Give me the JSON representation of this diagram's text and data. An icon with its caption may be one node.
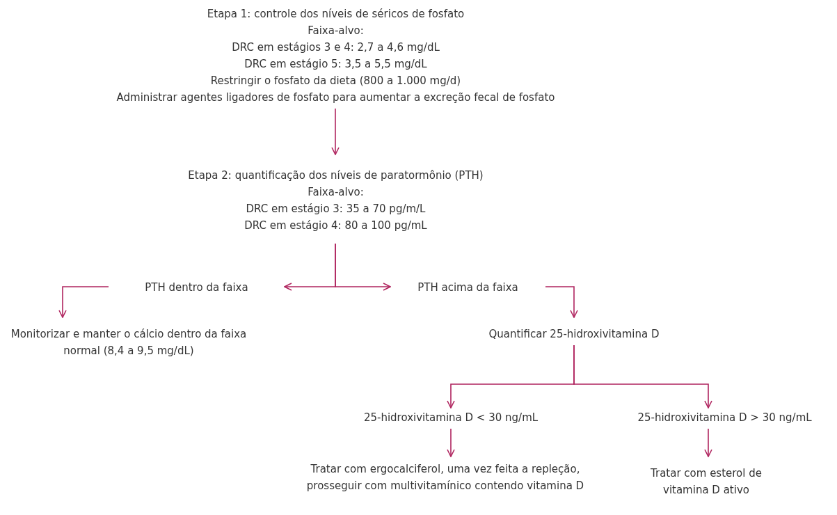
{
  "diagram": {
    "nodes": [
      {
        "text": [
          "Etapa 1: controle dos níveis de séricos de fosfato",
          "Faixa-alvo:",
          "DRC em estágios 3 e 4: 2,7 a 4,6 mg/dL",
          "DRC em estágio 5: 3,5 a 5,5 mg/dL",
          "Restringir o fosfato da dieta (800 a 1.000 mg/d)",
          "Administrar agentes ligadores de fosfato para aumentar a excreção fecal de fosfato"
        ]
      },
      {
        "text": [
          "Etapa 2: quantificação dos níveis de paratormônio (PTH)",
          "Faixa-alvo:",
          "DRC em estágio 3: 35 a 70 pg/m/L",
          "DRC em estágio 4: 80 a 100 pg/mL"
        ]
      },
      {
        "text": [
          "PTH dentro da faixa"
        ]
      },
      {
        "text": [
          "PTH acima da faixa"
        ]
      },
      {
        "text": [
          "Monitorizar e manter o cálcio dentro da faixa normal (8,4 a 9,5 mg/dL)"
        ]
      },
      {
        "text": [
          "Quantificar 25-hidroxivitamina D"
        ]
      },
      {
        "text": [
          "25-hidroxivitamina D < 30 ng/mL"
        ]
      },
      {
        "text": [
          "25-hidroxivitamina D > 30 ng/mL"
        ]
      },
      {
        "text": [
          "Tratar com ergocalciferol, uma vez feita a repleção, prosseguir com multivitamínico contendo vitamina D"
        ]
      },
      {
        "text": [
          "Tratar com esterol de vitamina D ativo"
        ]
      }
    ],
    "edges": [
      {
        "from": 0,
        "to": 1,
        "arrow": "to"
      },
      {
        "from": 1,
        "to": 2,
        "arrow": "to"
      },
      {
        "from": 1,
        "to": 3,
        "arrow": "to"
      },
      {
        "from": 2,
        "to": 4,
        "arrow": "to"
      },
      {
        "from": 3,
        "to": 5,
        "arrow": "to"
      },
      {
        "from": 5,
        "to": 6,
        "arrow": "to"
      },
      {
        "from": 5,
        "to": 7,
        "arrow": "to"
      },
      {
        "from": 6,
        "to": 8,
        "arrow": "to"
      },
      {
        "from": 7,
        "to": 9,
        "arrow": "to"
      }
    ]
  }
}
